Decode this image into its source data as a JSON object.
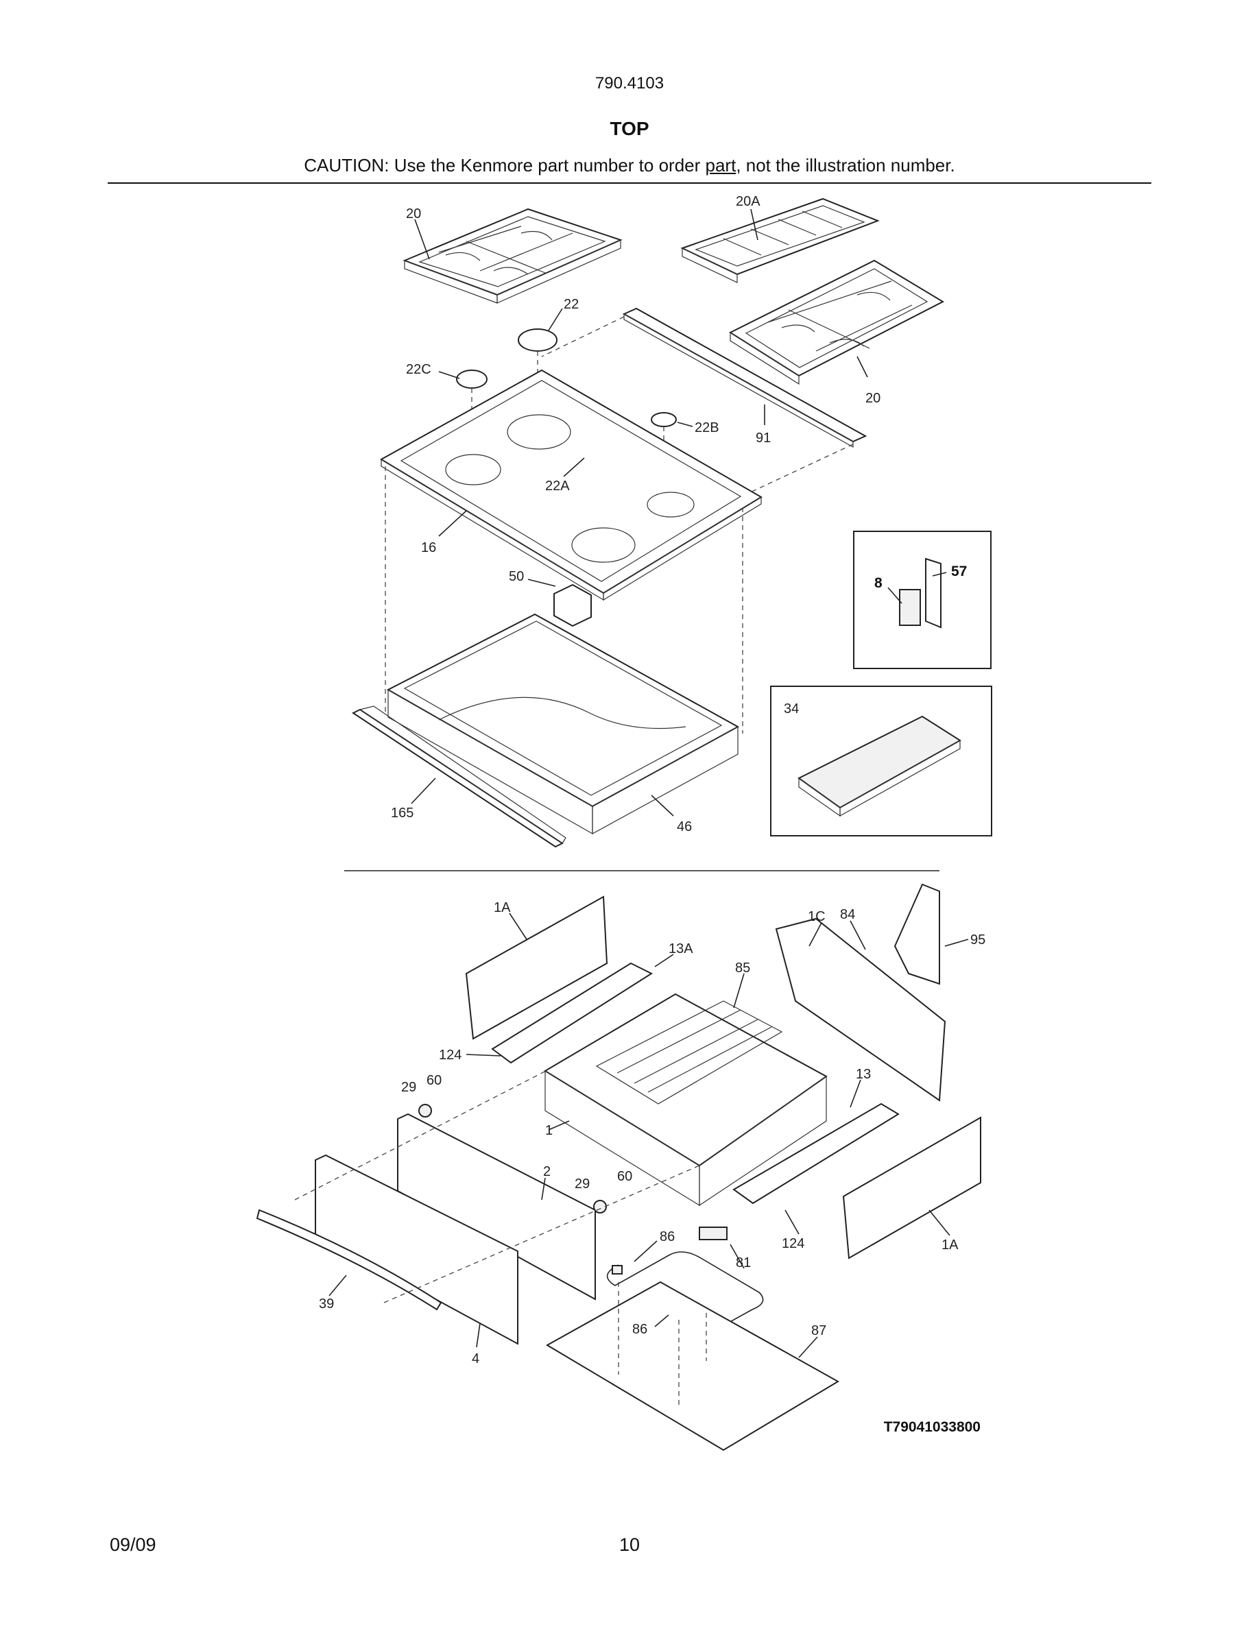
{
  "header": {
    "model": "790.4103",
    "title": "TOP",
    "caution_prefix": "CAUTION: Use the Kenmore part number to order ",
    "caution_link": "part",
    "caution_suffix": ", not the illustration number."
  },
  "callouts": {
    "grate_left": "20",
    "grate_center": "20A",
    "grate_right": "20",
    "cap_22": "22",
    "cap_22c": "22C",
    "cap_22b": "22B",
    "cap_22a": "22A",
    "strip_91": "91",
    "cooktop_16": "16",
    "bracket_50": "50",
    "box_46": "46",
    "rail_165": "165",
    "inset_8": "8",
    "inset_57": "57",
    "griddle_34": "34",
    "side_1a_top": "1A",
    "slide_13a": "13A",
    "rack_85": "85",
    "back_1c": "1C",
    "part_84": "84",
    "cover_95": "95",
    "slide_124_left": "124",
    "knob_29_left": "29",
    "screw_60_left": "60",
    "drawer_1": "1",
    "slide_13": "13",
    "front_2": "2",
    "knob_29_right": "29",
    "screw_60_right": "60",
    "slide_124_right": "124",
    "side_1a_bottom": "1A",
    "clip_86_top": "86",
    "element_81": "81",
    "handle_39": "39",
    "clip_86_bottom": "86",
    "bottom_87": "87",
    "panel_4": "4"
  },
  "drawing_id": "T79041033800",
  "footer": {
    "date": "09/09",
    "page": "10"
  }
}
